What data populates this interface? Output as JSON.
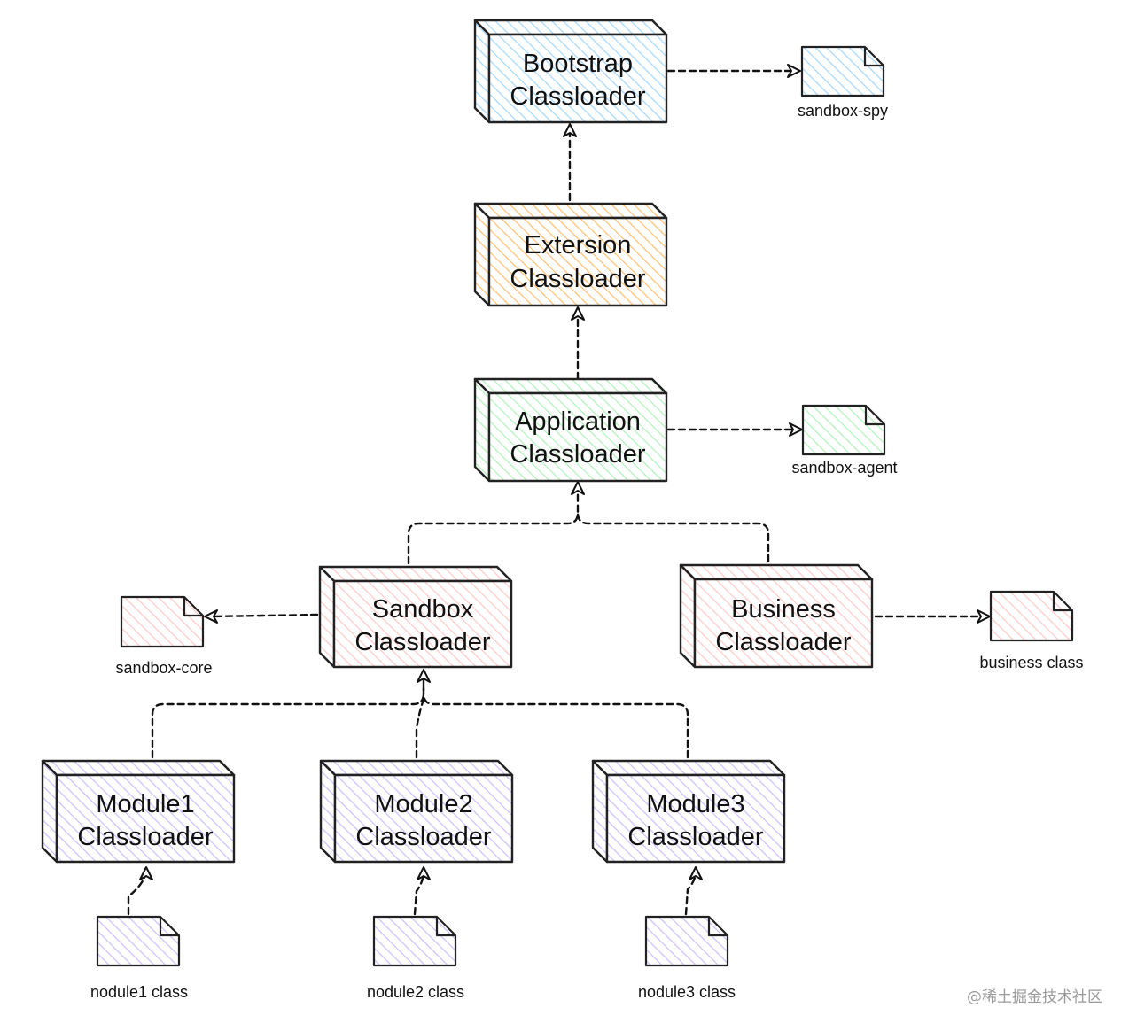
{
  "colors": {
    "bootstrap": "#a5d8ff",
    "extension": "#ffc078",
    "application": "#b2f2bb",
    "sandbox": "#ffc9c9",
    "business": "#ffc9c9",
    "module": "#d0bfff",
    "module_stroke": "#9c6bbf",
    "watermark": "#9a9a9a"
  },
  "boxes": {
    "bootstrap": {
      "line1": "Bootstrap",
      "line2": "Classloader"
    },
    "extension": {
      "line1": "Extersion",
      "line2": "Classloader"
    },
    "application": {
      "line1": "Application",
      "line2": "Classloader"
    },
    "sandbox": {
      "line1": "Sandbox",
      "line2": "Classloader"
    },
    "business": {
      "line1": "Business",
      "line2": "Classloader"
    },
    "module1": {
      "line1": "Module1",
      "line2": "Classloader"
    },
    "module2": {
      "line1": "Module2",
      "line2": "Classloader"
    },
    "module3": {
      "line1": "Module3",
      "line2": "Classloader"
    }
  },
  "files": {
    "sandbox_spy": "sandbox-spy",
    "sandbox_agent": "sandbox-agent",
    "sandbox_core": "sandbox-core",
    "business_class": "business class",
    "nodule1": "nodule1 class",
    "nodule2": "nodule2 class",
    "nodule3": "nodule3 class"
  },
  "watermark": "@稀土掘金技术社区"
}
